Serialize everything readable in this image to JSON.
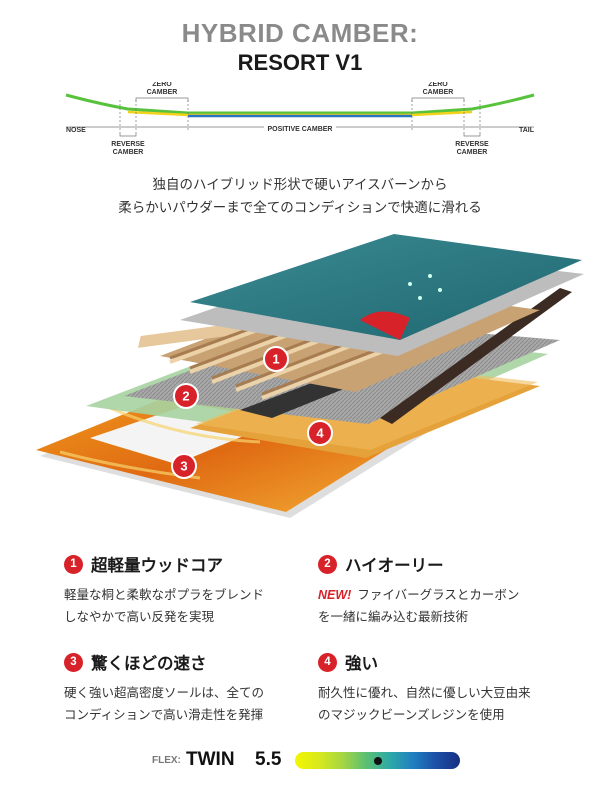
{
  "header": {
    "title_line1": "HYBRID CAMBER:",
    "title_line2": "RESORT V1"
  },
  "camber_profile": {
    "zero_camber_label": "ZERO\nCAMBER",
    "reverse_camber_label": "REVERSE\nCAMBER",
    "positive_camber_label": "POSITIVE CAMBER",
    "nose_label": "NOSE",
    "tail_label": "TAIL"
  },
  "description": {
    "line1": "独自のハイブリッド形状で硬いアイスバーンから",
    "line2": "柔らかいパウダーまで全てのコンディションで快適に滑れる"
  },
  "layer_markers": [
    "1",
    "2",
    "3",
    "4"
  ],
  "features": [
    {
      "num": "1",
      "title": "超軽量ウッドコア",
      "body_line1": "軽量な桐と柔軟なポプラをブレンド",
      "body_line2": "しなやかで高い反発を実現"
    },
    {
      "num": "2",
      "title": "ハイオーリー",
      "badge": "NEW!",
      "body_line1": "ファイバーグラスとカーボン",
      "body_line2": "を一緒に編み込む最新技術"
    },
    {
      "num": "3",
      "title": "驚くほどの速さ",
      "body_line1": "硬く強い超高密度ソールは、全ての",
      "body_line2": "コンディションで高い滑走性を発揮"
    },
    {
      "num": "4",
      "title": "強い",
      "body_line1": "耐久性に優れ、自然に優しい大豆由来",
      "body_line2": "のマジックビーンズレジンを使用"
    }
  ],
  "flex": {
    "label": "FLEX:",
    "shape": "TWIN",
    "value": "5.5",
    "scale_fraction": 0.5
  },
  "colors": {
    "accent": "#d8222a",
    "topsheet": "#2f7d86",
    "core_wood": "#d9b88a",
    "base": "#e88a1e"
  }
}
